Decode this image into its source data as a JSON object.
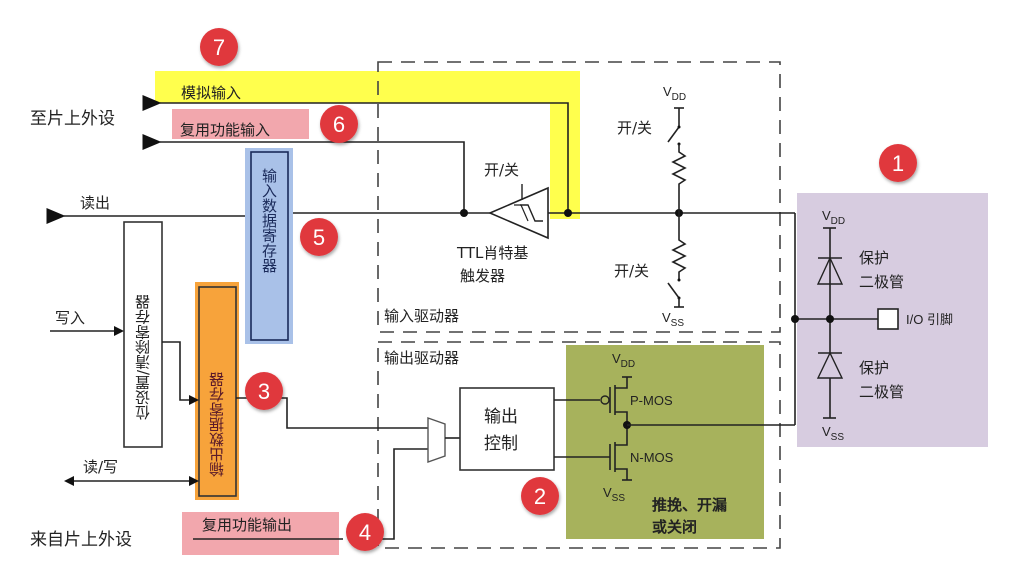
{
  "title": "GPIO 基本结构",
  "colors": {
    "badge": "#e0393e",
    "analog_highlight": "#ffff4d",
    "alt_highlight": "#f2a7ad",
    "input_reg": "#a9c1e8",
    "output_reg": "#f7a33b",
    "output_stage": "#a7b25c",
    "protection": "#d7cce0"
  },
  "left_labels": {
    "to_peripheral": "至片上外设",
    "from_peripheral": "来自片上外设",
    "read": "读出",
    "write": "写入",
    "read_write": "读/写"
  },
  "signals": {
    "analog_input": "模拟输入",
    "alt_input": "复用功能输入",
    "alt_output": "复用功能输出"
  },
  "registers": {
    "input_data": "输入数据寄存器",
    "bit_set_reset": "位设置/清除寄存器",
    "output_data": "输出数据寄存器"
  },
  "input_driver": {
    "title": "输入驱动器",
    "schmitt_switch": "开/关",
    "schmitt_label_1": "TTL肖特基",
    "schmitt_label_2": "触发器",
    "pullup_switch": "开/关",
    "pulldown_switch": "开/关",
    "vdd": "V",
    "vdd_sub": "DD",
    "vss": "V",
    "vss_sub": "SS"
  },
  "output_driver": {
    "title": "输出驱动器",
    "control_1": "输出",
    "control_2": "控制",
    "pmos": "P-MOS",
    "nmos": "N-MOS",
    "mode_1": "推挽、开漏",
    "mode_2": "或关闭",
    "vdd": "V",
    "vdd_sub": "DD",
    "vss": "V",
    "vss_sub": "SS"
  },
  "protection": {
    "vdd": "V",
    "vdd_sub": "DD",
    "vss": "V",
    "vss_sub": "SS",
    "diode_top_1": "保护",
    "diode_top_2": "二极管",
    "diode_bottom_1": "保护",
    "diode_bottom_2": "二极管",
    "pin": "I/O 引脚"
  },
  "badges": [
    "1",
    "2",
    "3",
    "4",
    "5",
    "6",
    "7"
  ]
}
